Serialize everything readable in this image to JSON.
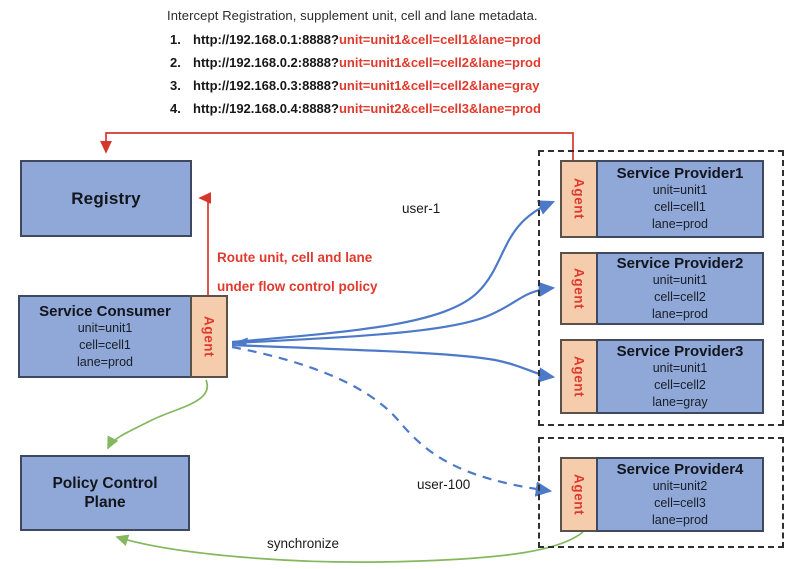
{
  "header": {
    "title": "Intercept Registration, supplement unit, cell and lane metadata.",
    "urls": [
      {
        "num": "1.",
        "base": "http://192.168.0.1:8888?",
        "query": "unit=unit1&cell=cell1&lane=prod"
      },
      {
        "num": "2.",
        "base": "http://192.168.0.2:8888?",
        "query": "unit=unit1&cell=cell2&lane=prod"
      },
      {
        "num": "3.",
        "base": "http://192.168.0.3:8888?",
        "query": "unit=unit1&cell=cell2&lane=gray"
      },
      {
        "num": "4.",
        "base": "http://192.168.0.4:8888?",
        "query": "unit=unit2&cell=cell3&lane=prod"
      }
    ]
  },
  "labels": {
    "agent": "Agent",
    "user1": "user-1",
    "user100": "user-100",
    "synchronize": "synchronize",
    "route_note_line1": "Route unit, cell and lane",
    "route_note_line2": "under flow control policy"
  },
  "nodes": {
    "registry": {
      "title": "Registry"
    },
    "consumer": {
      "title": "Service Consumer",
      "meta": [
        "unit=unit1",
        "cell=cell1",
        "lane=prod"
      ]
    },
    "policy": {
      "title_line1": "Policy Control",
      "title_line2": "Plane"
    },
    "providers": [
      {
        "title": "Service Provider1",
        "meta": [
          "unit=unit1",
          "cell=cell1",
          "lane=prod"
        ]
      },
      {
        "title": "Service Provider2",
        "meta": [
          "unit=unit1",
          "cell=cell2",
          "lane=prod"
        ]
      },
      {
        "title": "Service Provider3",
        "meta": [
          "unit=unit1",
          "cell=cell2",
          "lane=gray"
        ]
      },
      {
        "title": "Service Provider4",
        "meta": [
          "unit=unit2",
          "cell=cell3",
          "lane=prod"
        ]
      }
    ]
  },
  "colors": {
    "accent_red": "#E03A2E",
    "accent_blue": "#4D79C9",
    "accent_green": "#84B75E",
    "box_fill": "#8FA8D8",
    "box_border": "#3E4960",
    "agent_fill": "#F5CDAC"
  }
}
